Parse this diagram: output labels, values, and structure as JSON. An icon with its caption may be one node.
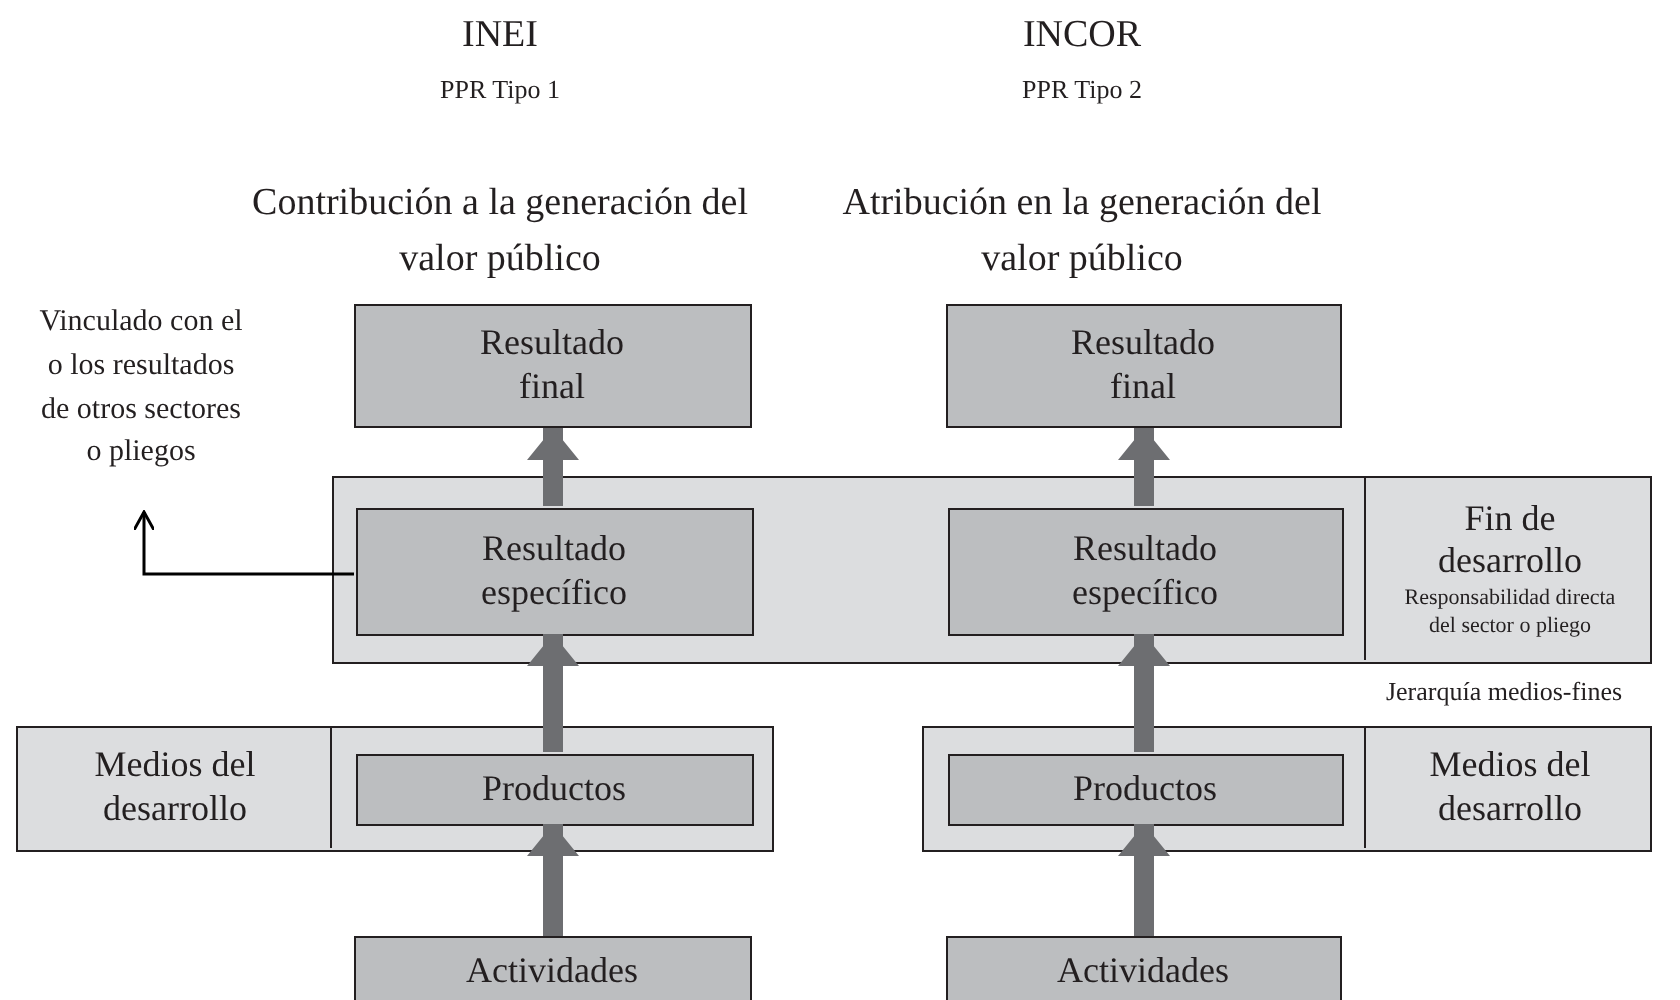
{
  "diagram": {
    "nodes": [
      {
        "text": [
          "Vinculado con el o los resultados de otros sectores o pliegos"
        ]
      },
      {
        "text": [
          "Resultado final"
        ]
      },
      {
        "text": [
          "Resultado final"
        ]
      },
      {
        "text": [
          "Fin de desarrollo",
          "Responsabilidad directa del sector o pliego"
        ]
      },
      {
        "text": [
          "Resultado específico"
        ],
        "in": 3
      },
      {
        "text": [
          "Resultado específico"
        ],
        "in": 3
      },
      {
        "text": [
          "Medios del desarrollo"
        ]
      },
      {
        "text": [
          "Productos"
        ],
        "in": 6
      },
      {
        "text": [
          "Medios del desarrollo"
        ]
      },
      {
        "text": [
          "Productos"
        ],
        "in": 8
      },
      {
        "text": [
          "Actividades"
        ]
      },
      {
        "text": [
          "Actividades"
        ]
      }
    ],
    "edges": [
      {
        "from": 10,
        "to": 7,
        "arrow": "to"
      },
      {
        "from": 7,
        "to": 4,
        "arrow": "to"
      },
      {
        "from": 4,
        "to": 1,
        "arrow": "to"
      },
      {
        "from": 11,
        "to": 9,
        "arrow": "to"
      },
      {
        "from": 9,
        "to": 5,
        "arrow": "to"
      },
      {
        "from": 5,
        "to": 2,
        "arrow": "to"
      },
      {
        "from": 4,
        "to": 0,
        "arrow": "to",
        "color": "#000000"
      }
    ],
    "labels": [
      "INEI",
      "INCOR",
      "PPR Tipo 1",
      "PPR Tipo 2",
      "Contribución a la generación del valor público",
      "Atribución en la generación del valor público",
      "Jerarquía medios-fines"
    ]
  }
}
